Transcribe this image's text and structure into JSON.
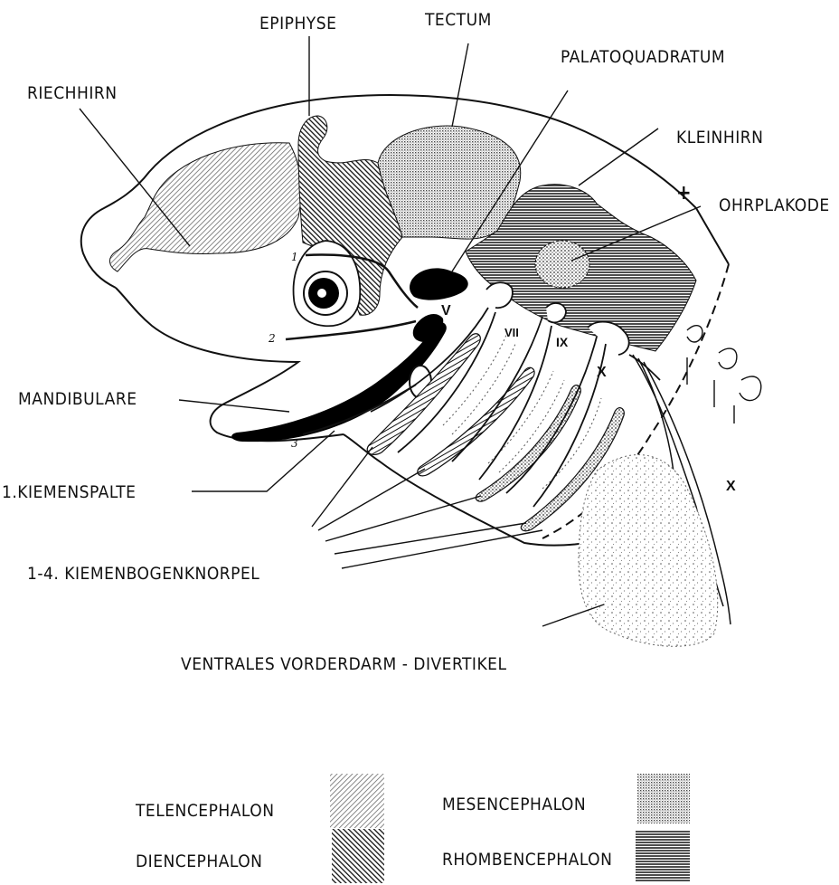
{
  "labels": {
    "epiphyse": "EPIPHYSE",
    "tectum": "TECTUM",
    "palatoquadratum": "PALATOQUADRATUM",
    "riechhirn": "RIECHHIRN",
    "kleinhirn": "KLEINHIRN",
    "plus": "+",
    "ohrplakode": "OHRPLAKODE",
    "mandibulare": "MANDIBULARE",
    "kiemenspalte": "1.KIEMENSPALTE",
    "kiemenbogenknorpel": "1-4. KIEMENBOGENKNORPEL",
    "divertikel": "VENTRALES VORDERDARM - DIVERTIKEL"
  },
  "numbers": {
    "n1": "1",
    "n2": "2",
    "n3": "3"
  },
  "nerves": {
    "v": "V",
    "vii": "VII",
    "ix": "IX",
    "x_upper": "X",
    "x_lower": "X"
  },
  "legend": {
    "telencephalon": "TELENCEPHALON",
    "mesencephalon": "MESENCEPHALON",
    "diencephalon": "DIENCEPHALON",
    "rhombencephalon": "RHOMBENCEPHALON"
  }
}
